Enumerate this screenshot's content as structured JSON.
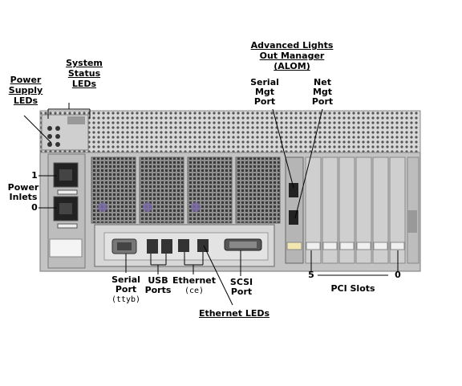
{
  "labels": {
    "alom_line1": "Advanced Lights",
    "alom_line2": "Out Manager",
    "alom_line3": "(ALOM)",
    "serial_mgt_line1": "Serial",
    "serial_mgt_line2": "Mgt",
    "serial_mgt_line3": "Port",
    "net_mgt_line1": "Net",
    "net_mgt_line2": "Mgt",
    "net_mgt_line3": "Port",
    "system_status_line1": "System",
    "system_status_line2": "Status",
    "system_status_line3": "LEDs",
    "power_supply_line1": "Power",
    "power_supply_line2": "Supply",
    "power_supply_line3": "LEDs",
    "power_inlet_1": "1",
    "power_inlet_0": "0",
    "power_inlets_line1": "Power",
    "power_inlets_line2": "Inlets",
    "serial_port_line1": "Serial",
    "serial_port_line2": "Port",
    "serial_port_device": "(ttyb)",
    "usb_line1": "USB",
    "usb_line2": "Ports",
    "ethernet": "Ethernet",
    "ethernet_device": "(ce)",
    "scsi_line1": "SCSI",
    "scsi_line2": "Port",
    "ethernet_leds": "Ethernet LEDs",
    "pci_left": "5",
    "pci_right": "0",
    "pci_slots": "PCI Slots"
  },
  "colors": {
    "chassis": "#c9c9c9",
    "chassis_dark": "#6f6f6f",
    "grille": "#9a9a9a",
    "psu": "#b3b3b3",
    "fan_glow": "#7a6aa8",
    "leader": "#000000"
  }
}
